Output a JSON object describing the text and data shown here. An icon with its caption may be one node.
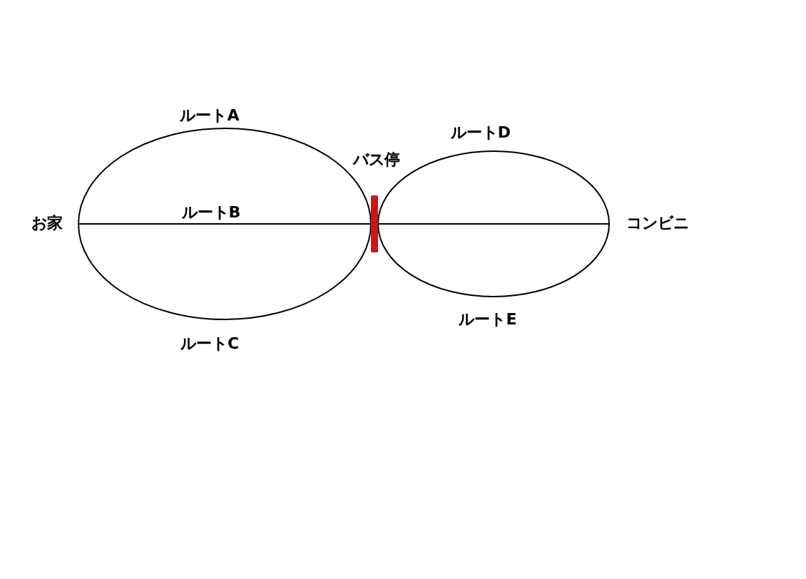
{
  "diagram": {
    "nodes": [
      {
        "text": [
          "お家"
        ]
      },
      {
        "text": [],
        "shape": "bar",
        "beside": [
          "バス停"
        ]
      },
      {
        "text": [
          "コンビニ"
        ]
      }
    ],
    "edges": [
      {
        "from": 0,
        "to": 1,
        "arrow": "none",
        "label": "ルートA"
      },
      {
        "from": 0,
        "to": 1,
        "arrow": "none",
        "label": "ルートB"
      },
      {
        "from": 0,
        "to": 1,
        "arrow": "none",
        "label": "ルートC"
      },
      {
        "from": 1,
        "to": 2,
        "arrow": "none",
        "label": "ルートD"
      },
      {
        "from": 1,
        "to": 2,
        "arrow": "none"
      },
      {
        "from": 1,
        "to": 2,
        "arrow": "none",
        "label": "ルートE"
      }
    ]
  }
}
